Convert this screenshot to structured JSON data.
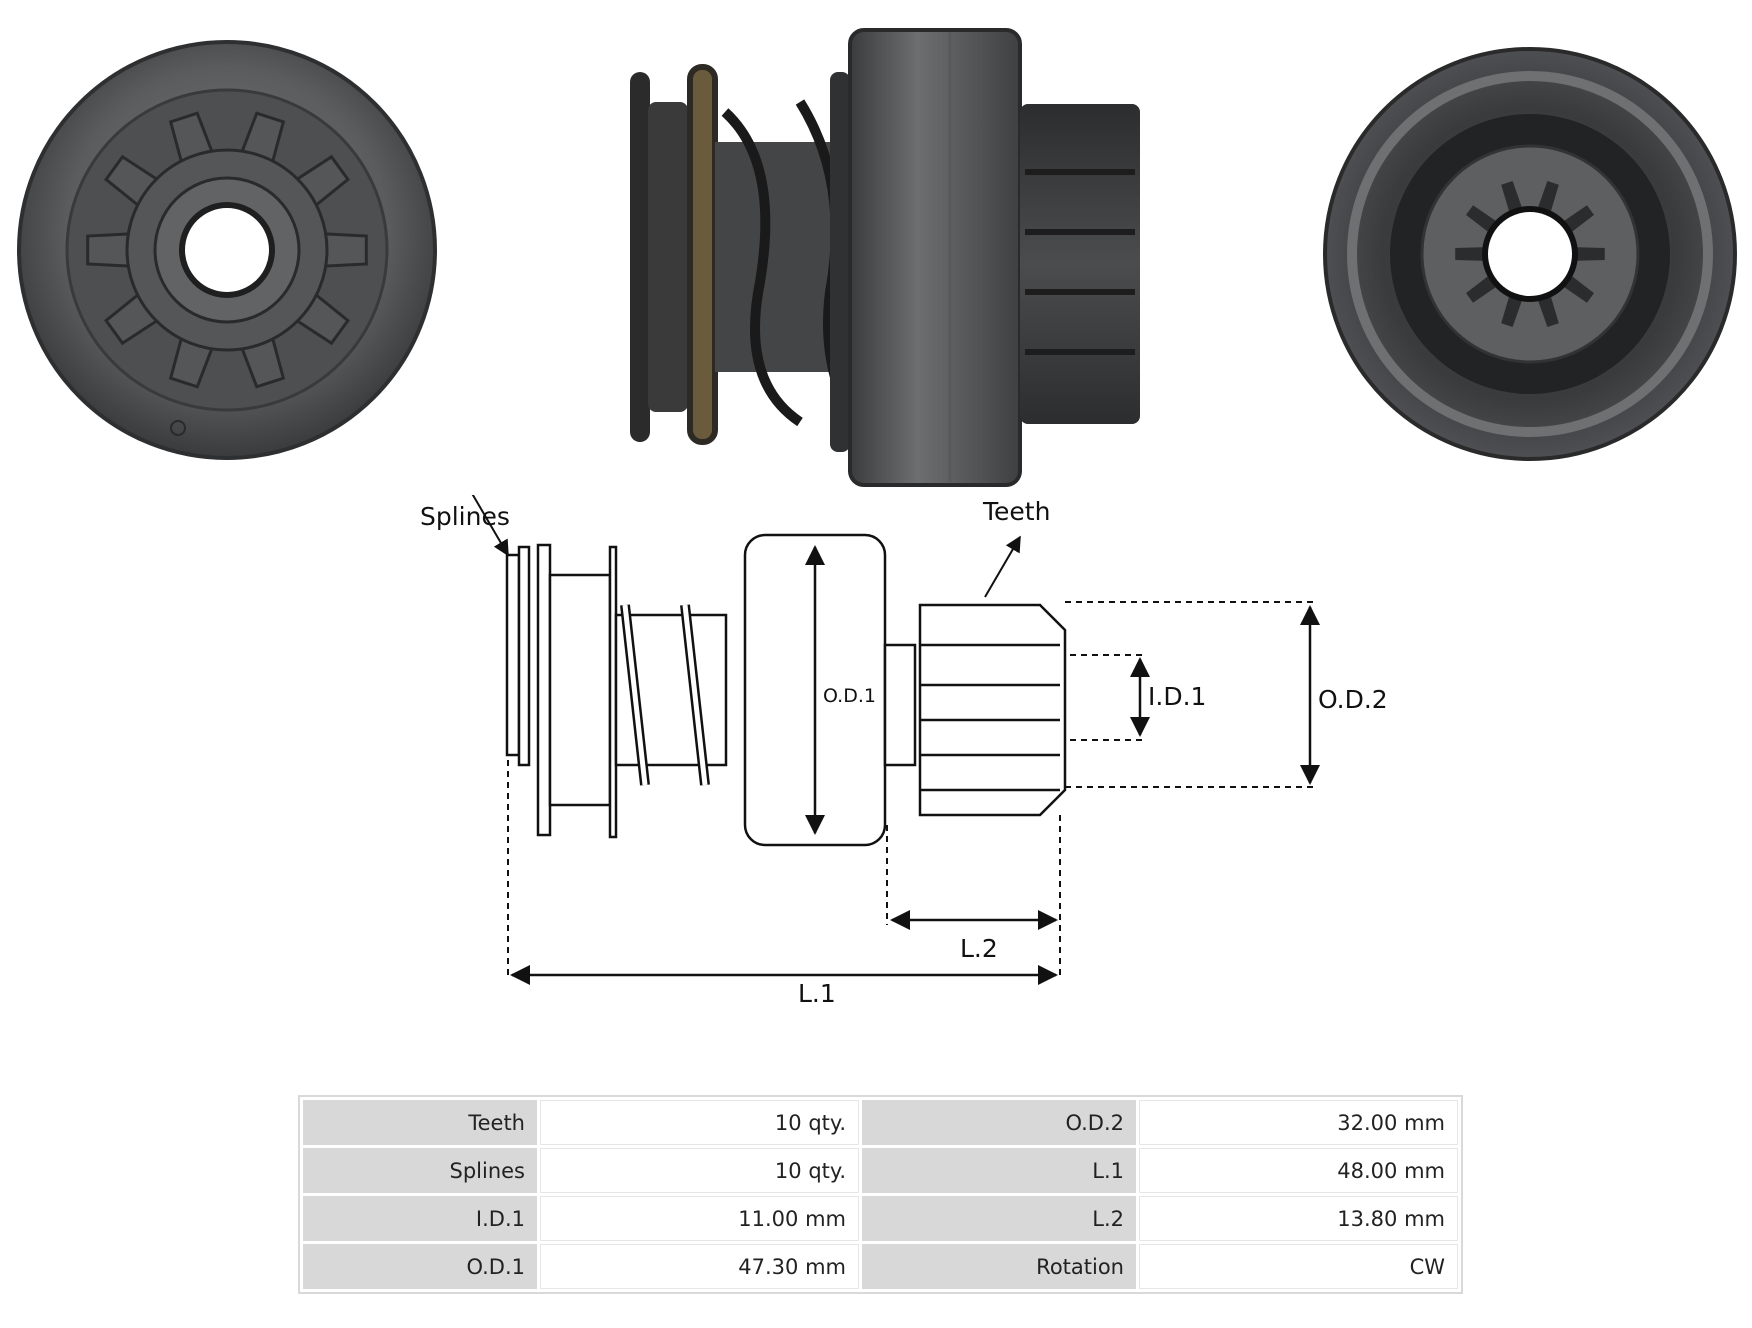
{
  "diagram": {
    "labels": {
      "splines": "Splines",
      "teeth": "Teeth",
      "od1": "O.D.1",
      "id1": "I.D.1",
      "od2": "O.D.2",
      "l1": "L.1",
      "l2": "L.2"
    }
  },
  "specs": {
    "rows": [
      {
        "label_a": "Teeth",
        "value_a": "10 qty.",
        "label_b": "O.D.2",
        "value_b": "32.00 mm"
      },
      {
        "label_a": "Splines",
        "value_a": "10 qty.",
        "label_b": "L.1",
        "value_b": "48.00 mm"
      },
      {
        "label_a": "I.D.1",
        "value_a": "11.00 mm",
        "label_b": "L.2",
        "value_b": "13.80 mm"
      },
      {
        "label_a": "O.D.1",
        "value_a": "47.30 mm",
        "label_b": "Rotation",
        "value_b": "CW"
      }
    ]
  }
}
